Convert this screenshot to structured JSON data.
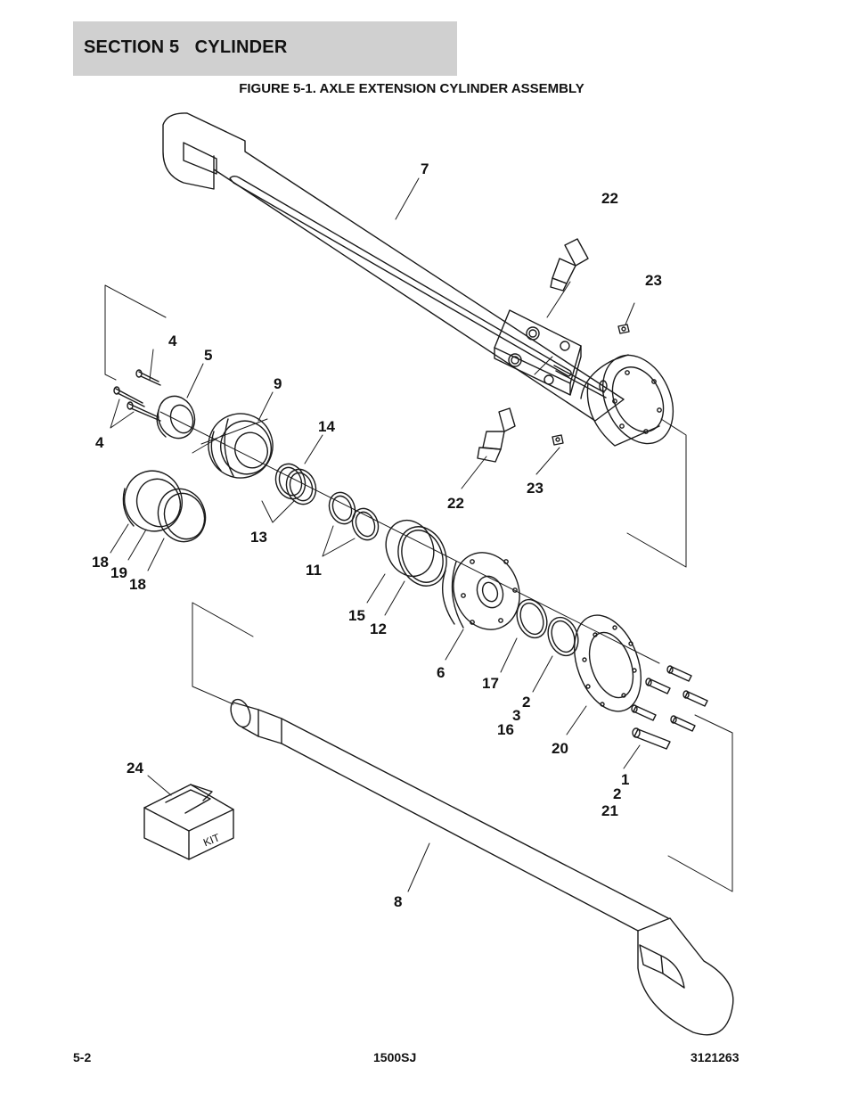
{
  "header": {
    "section_title": "SECTION 5   CYLINDER",
    "figure_title": "FIGURE 5-1. AXLE EXTENSION CYLINDER ASSEMBLY"
  },
  "callouts": {
    "c7": "7",
    "c22a": "22",
    "c23a": "23",
    "c4a": "4",
    "c5": "5",
    "c9": "9",
    "c4b": "4",
    "c14": "14",
    "c22b": "22",
    "c23b": "23",
    "c13": "13",
    "c18a": "18",
    "c19": "19",
    "c18b": "18",
    "c11": "11",
    "c15": "15",
    "c12": "12",
    "c6": "6",
    "c17": "17",
    "c2a": "2",
    "c3": "3",
    "c16": "16",
    "c20": "20",
    "c1": "1",
    "c2b": "2",
    "c21": "21",
    "c24": "24",
    "c8": "8"
  },
  "kit_box_label": "KIT",
  "footer": {
    "left": "5-2",
    "center": "1500SJ",
    "right": "3121263"
  }
}
